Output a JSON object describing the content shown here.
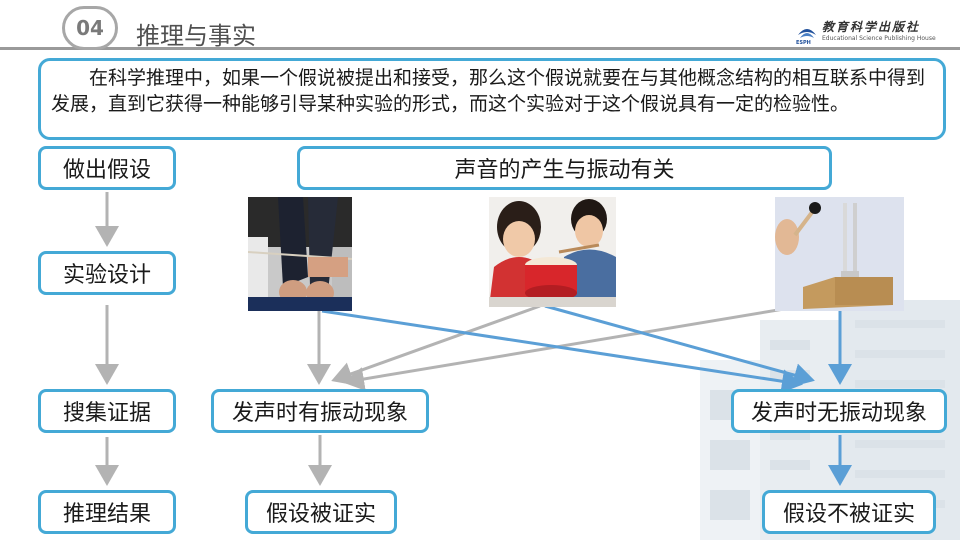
{
  "header": {
    "section_number": "04",
    "section_title": "推理与事实",
    "publisher_cn": "教育科学出版社",
    "publisher_en": "Educational Science Publishing House",
    "publisher_abbr": "ESPH"
  },
  "intro": {
    "text": "在科学推理中，如果一个假说被提出和接受，那么这个假说就要在与其他概念结构的相互联系中得到发展，直到它获得一种能够引导某种实验的形式，而这个实验对于这个假说具有一定的检验性。"
  },
  "steps": {
    "hypothesis": "做出假设",
    "design": "实验设计",
    "collect": "搜集证据",
    "result": "推理结果"
  },
  "hypothesis_statement": "声音的产生与振动有关",
  "outcomes": {
    "vibration_present": "发声时有振动现象",
    "vibration_absent": "发声时无振动现象",
    "confirmed": "假设被证实",
    "not_confirmed": "假设不被证实"
  },
  "photos": {
    "photo1": "rubber-band-experiment-photo",
    "photo2": "drum-experiment-photo",
    "photo3": "tuning-fork-experiment-photo"
  },
  "colors": {
    "accent_blue": "#44a9d6",
    "arrow_gray": "#b3b3b3",
    "arrow_blue": "#5b9fd6"
  }
}
